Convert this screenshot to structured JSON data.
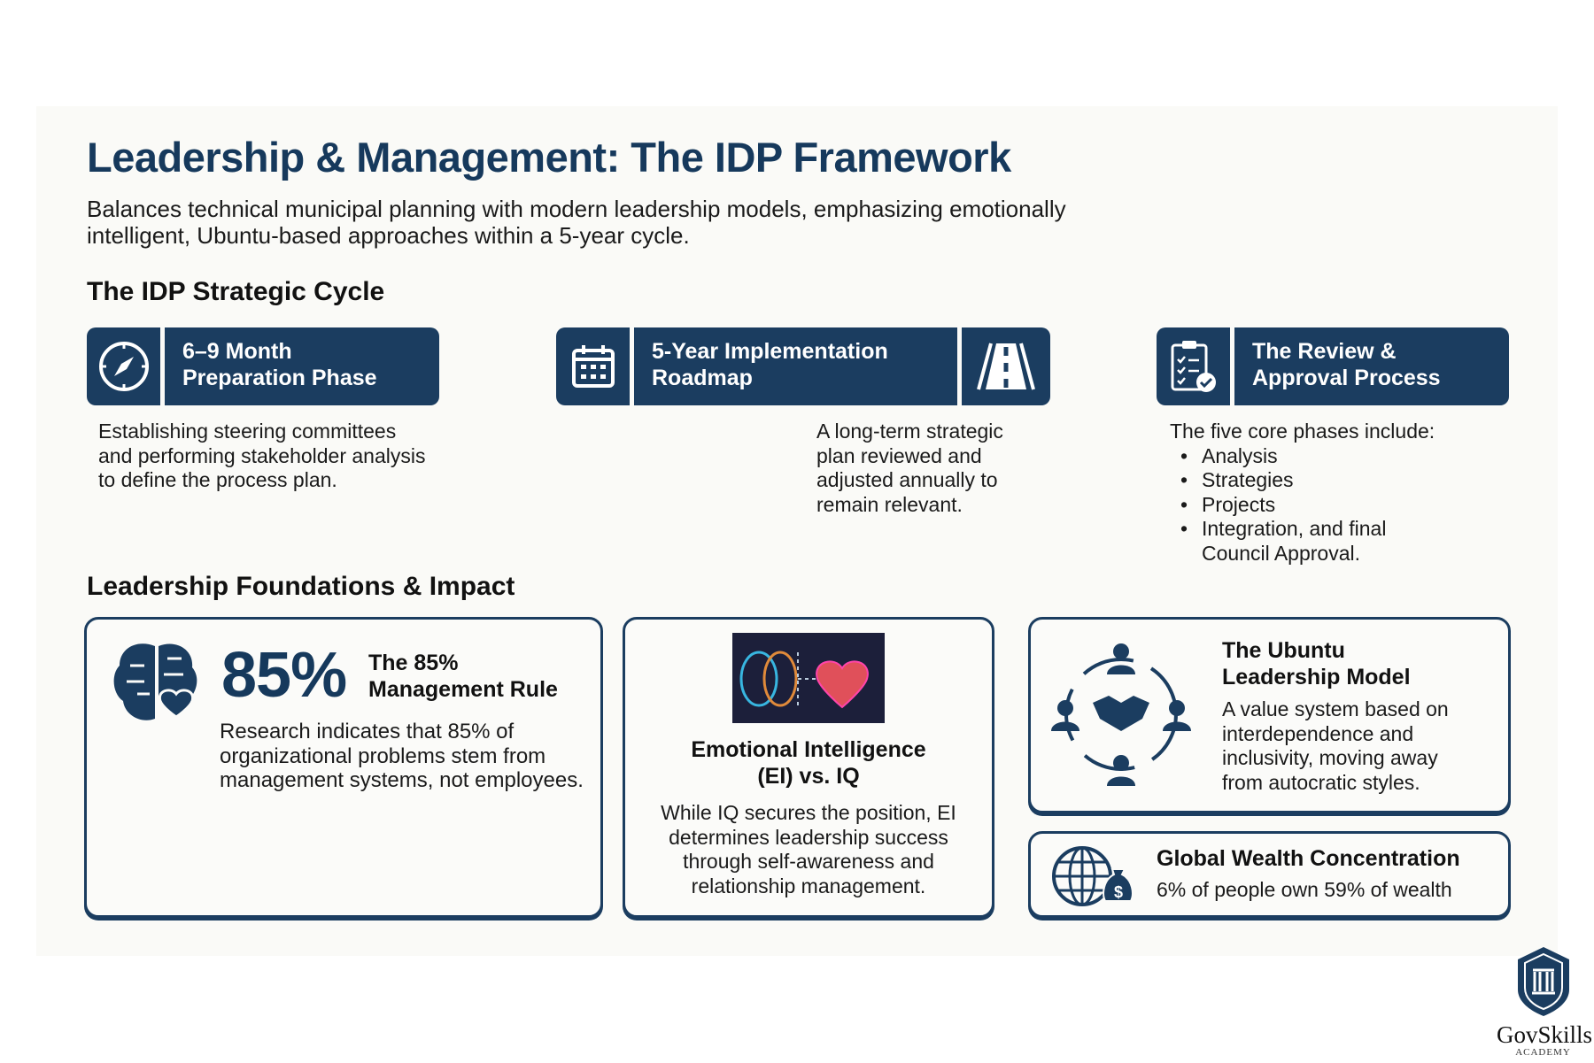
{
  "header": {
    "title": "Leadership & Management: The IDP Framework",
    "subtitle_line1": "Balances technical municipal planning with modern leadership models, emphasizing emotionally",
    "subtitle_line2": "intelligent, Ubuntu-based approaches within a 5-year cycle."
  },
  "cycle": {
    "heading": "The IDP Strategic Cycle",
    "cards": [
      {
        "title_line1": "6–9 Month",
        "title_line2": "Preparation Phase",
        "icon": "compass-icon",
        "desc": [
          "Establishing steering committees",
          "and performing stakeholder analysis",
          "to define the process plan."
        ]
      },
      {
        "title_line1": "5-Year Implementation",
        "title_line2": "Roadmap",
        "icon": "calendar-icon",
        "icon_right": "road-icon",
        "desc": [
          "A long-term strategic",
          "plan reviewed and",
          "adjusted annually to",
          "remain relevant."
        ]
      },
      {
        "title_line1": "The Review &",
        "title_line2": "Approval Process",
        "icon": "clipboard-check-icon",
        "intro": "The five core phases include:",
        "bullets": [
          "Analysis",
          "Strategies",
          "Projects",
          "Integration, and final"
        ],
        "bullet_cont": "Council Approval."
      }
    ]
  },
  "foundations": {
    "heading": "Leadership Foundations & Impact",
    "rule": {
      "stat": "85%",
      "title_line1": "The 85%",
      "title_line2": "Management Rule",
      "desc": [
        "Research indicates that 85% of",
        "organizational problems stem from",
        "management systems, not employees."
      ]
    },
    "ei": {
      "title_line1": "Emotional Intelligence",
      "title_line2": "(EI) vs. IQ",
      "desc": [
        "While IQ secures the position, EI",
        "determines leadership success",
        "through self-awareness and",
        "relationship management."
      ]
    },
    "ubuntu": {
      "title_line1": "The Ubuntu",
      "title_line2": "Leadership Model",
      "desc": [
        "A value system based on",
        "interdependence and",
        "inclusivity, moving away",
        "from autocratic styles."
      ]
    },
    "wealth": {
      "title": "Global Wealth Concentration",
      "desc": "6% of people own 59% of wealth"
    }
  },
  "logo": {
    "name": "GovSkills",
    "tagline": "ACADEMY"
  },
  "colors": {
    "navy": "#1b3d60",
    "background": "#fafaf7"
  }
}
